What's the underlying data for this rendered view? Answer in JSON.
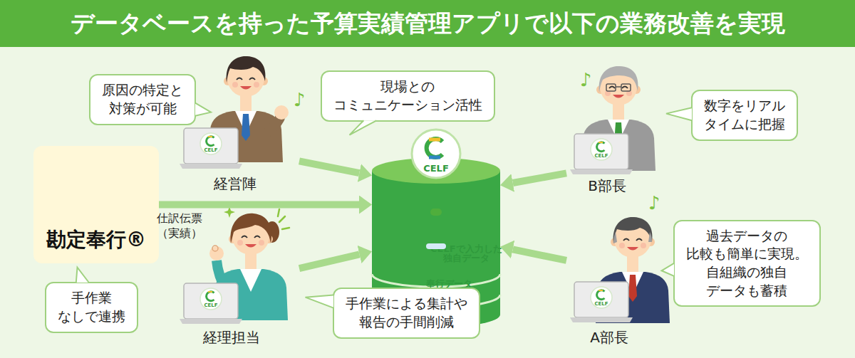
{
  "diagram": {
    "title": "データベースを持った予算実績管理アプリで以下の業務改善を実現",
    "nodes": [
      {
        "text": [
          "勘定奉行®"
        ]
      },
      {
        "text": [
          "手作業 なしで連携"
        ]
      },
      {
        "text": [
          "経営陣"
        ]
      },
      {
        "text": [
          "原因の特定と 対策が可能"
        ]
      },
      {
        "text": [
          "現場との コミュニケーション活性"
        ]
      },
      {
        "text": [
          "CELF"
        ]
      },
      {
        "text": [
          "CELFで入力した 独自データ"
        ],
        "in": 5
      },
      {
        "text": [
          "奉行データ"
        ],
        "in": 5
      },
      {
        "text": [
          "B部長"
        ]
      },
      {
        "text": [
          "数字をリアル タイムに把握"
        ]
      },
      {
        "text": [
          "経理担当"
        ]
      },
      {
        "text": [
          "手作業による集計や 報告の手間削減"
        ]
      },
      {
        "text": [
          "A部長"
        ]
      },
      {
        "text": [
          "過去データの 比較も簡単に実現。 自組織の独自 データも蓄積"
        ]
      }
    ],
    "edges": [
      {
        "from": 0,
        "to": 5,
        "arrow": "to",
        "label": "仕訳伝票 （実績）"
      },
      {
        "from": 2,
        "to": 5,
        "arrow": "to"
      },
      {
        "from": 8,
        "to": 5,
        "arrow": "to"
      },
      {
        "from": 10,
        "to": 5,
        "arrow": "to"
      },
      {
        "from": 12,
        "to": 5,
        "arrow": "to"
      }
    ],
    "labels": [
      "♪",
      "♪",
      "♪",
      "CELF",
      "CELF",
      "CELF",
      "CELF"
    ]
  }
}
